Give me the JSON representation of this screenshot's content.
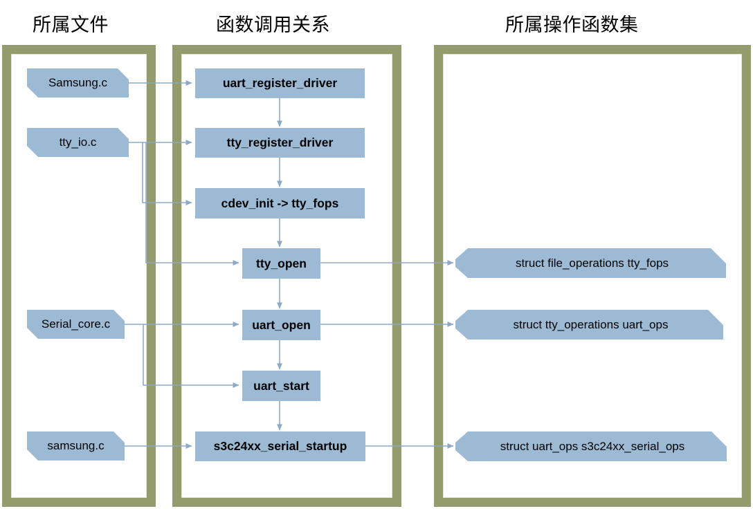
{
  "columns": {
    "files_title": "所属文件",
    "calls_title": "函数调用关系",
    "opsets_title": "所属操作函数集"
  },
  "colors": {
    "frame_border": "#949C6E",
    "node_fill": "#9DBAD5",
    "connector": "#8FAAC4",
    "text": "#000000",
    "background": "#FFFFFF"
  },
  "files": [
    {
      "label": "Samsung.c"
    },
    {
      "label": "tty_io.c"
    },
    {
      "label": "Serial_core.c"
    },
    {
      "label": "samsung.c"
    }
  ],
  "functions": [
    {
      "label": "uart_register_driver"
    },
    {
      "label": "tty_register_driver"
    },
    {
      "label": "cdev_init -> tty_fops"
    },
    {
      "label": "tty_open"
    },
    {
      "label": "uart_open"
    },
    {
      "label": "uart_start"
    },
    {
      "label": "s3c24xx_serial_startup"
    }
  ],
  "opsets": [
    {
      "label": "struct file_operations tty_fops"
    },
    {
      "label": "struct tty_operations uart_ops"
    },
    {
      "label": "struct uart_ops s3c24xx_serial_ops"
    }
  ],
  "edges": [
    {
      "from": "Samsung.c",
      "to": "uart_register_driver"
    },
    {
      "from": "tty_io.c",
      "to": "tty_register_driver"
    },
    {
      "from": "tty_io.c",
      "to": "cdev_init -> tty_fops"
    },
    {
      "from": "tty_io.c",
      "to": "tty_open"
    },
    {
      "from": "Serial_core.c",
      "to": "uart_open"
    },
    {
      "from": "Serial_core.c",
      "to": "uart_start"
    },
    {
      "from": "samsung.c",
      "to": "s3c24xx_serial_startup"
    },
    {
      "from": "uart_register_driver",
      "to": "tty_register_driver"
    },
    {
      "from": "tty_register_driver",
      "to": "cdev_init -> tty_fops"
    },
    {
      "from": "cdev_init -> tty_fops",
      "to": "tty_open"
    },
    {
      "from": "tty_open",
      "to": "uart_open"
    },
    {
      "from": "uart_open",
      "to": "uart_start"
    },
    {
      "from": "uart_start",
      "to": "s3c24xx_serial_startup"
    },
    {
      "from": "tty_open",
      "to": "struct file_operations tty_fops"
    },
    {
      "from": "uart_open",
      "to": "struct tty_operations uart_ops"
    },
    {
      "from": "s3c24xx_serial_startup",
      "to": "struct uart_ops s3c24xx_serial_ops"
    }
  ]
}
